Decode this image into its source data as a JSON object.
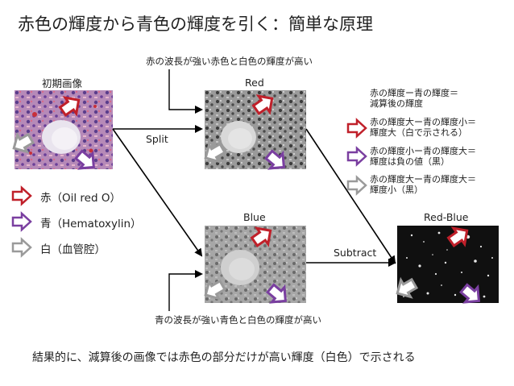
{
  "title": "赤色の輝度から青色の輝度を引く：簡単な原理",
  "labels": {
    "initial": "初期画像",
    "red": "Red",
    "blue": "Blue",
    "red_blue": "Red-Blue",
    "split": "Split",
    "subtract": "Subtract"
  },
  "notes": {
    "red_wavelength": "赤の波長が強い赤色と白色の輝度が高い",
    "blue_wavelength": "青の波長が強い青色と白色の輝度が高い"
  },
  "legend_left": [
    {
      "text": "赤（Oil red O）",
      "color": "#c0202a"
    },
    {
      "text": "青（Hematoxylin）",
      "color": "#7a3fa0"
    },
    {
      "text": "白（血管腔）",
      "color": "#9a9a9a"
    }
  ],
  "legend_right": {
    "header": [
      "赤の輝度ー青の輝度＝",
      "減算後の輝度"
    ],
    "items": [
      {
        "lines": [
          "赤の輝度大ー青の輝度小＝",
          "輝度大（白で示される）"
        ],
        "color": "#c0202a"
      },
      {
        "lines": [
          "赤の輝度小ー青の輝度大＝",
          "輝度は負の値（黒）"
        ],
        "color": "#7a3fa0"
      },
      {
        "lines": [
          "赤の輝度大ー青の輝度大＝",
          "輝度小（黒）"
        ],
        "color": "#9a9a9a"
      }
    ]
  },
  "conclusion": "結果的に、減算後の画像では赤色の部分だけが高い輝度（白色）で示される"
}
